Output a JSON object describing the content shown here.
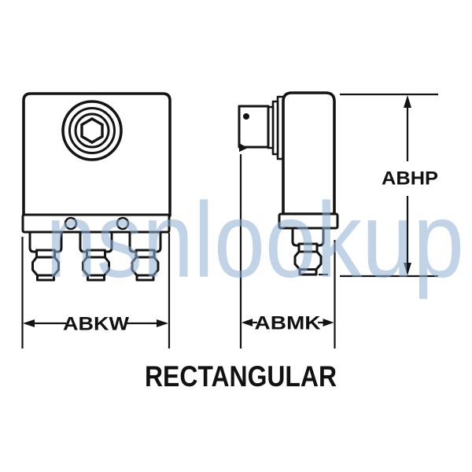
{
  "figure": {
    "caption": "RECTANGULAR",
    "watermark": "nsnlookup",
    "labels": {
      "abkw": "ABKW",
      "abmk": "ABMK",
      "abhp": "ABHP"
    }
  },
  "colors": {
    "line": "#141414",
    "watermark": "#8fb0d4",
    "background": "#ffffff"
  }
}
